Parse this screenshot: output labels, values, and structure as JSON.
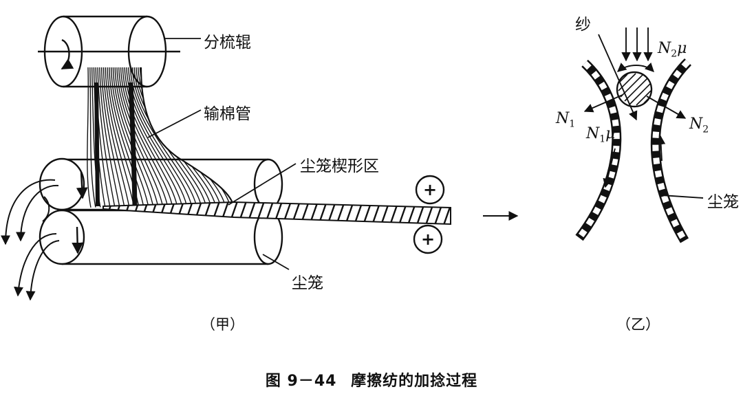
{
  "left_diagram": {
    "labels": {
      "opening_roller": "分梳辊",
      "feed_duct": "输棉管",
      "wedge_zone": "尘笼楔形区",
      "dust_cage": "尘笼"
    },
    "plus_symbol": "+",
    "sub_caption": "（甲）"
  },
  "right_diagram": {
    "labels": {
      "yarn": "纱",
      "dust_cage": "尘笼"
    },
    "forces": {
      "n2mu": {
        "main": "N",
        "sub": "2",
        "tail": "μ"
      },
      "n1": {
        "main": "N",
        "sub": "1",
        "tail": ""
      },
      "n1mu": {
        "main": "N",
        "sub": "1",
        "tail": "μ"
      },
      "n2": {
        "main": "N",
        "sub": "2",
        "tail": ""
      }
    },
    "sub_caption": "（乙）"
  },
  "caption": {
    "figure_number": "图 9－44",
    "title": "摩擦纺的加捻过程"
  },
  "colors": {
    "ink": "#111111",
    "background": "#ffffff"
  }
}
